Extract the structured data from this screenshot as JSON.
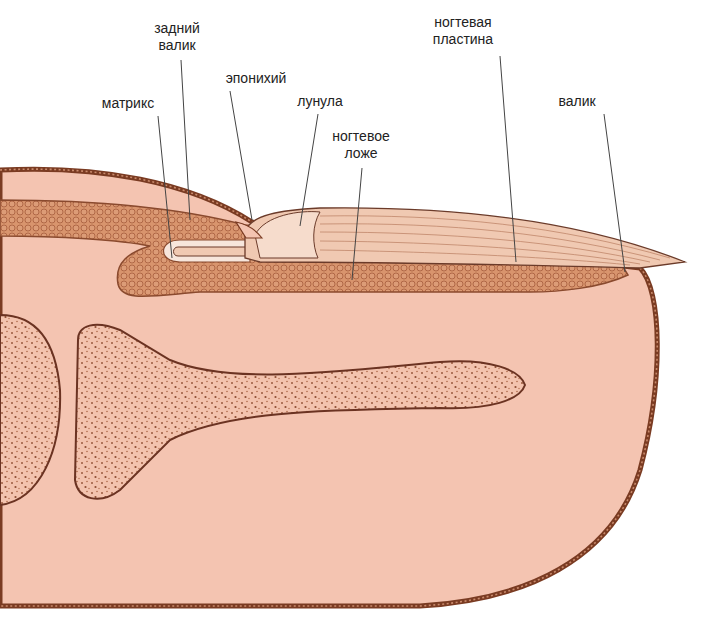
{
  "diagram": {
    "labels": [
      "задний валик",
      "матрикс",
      "эпонихий",
      "лунула",
      "ногтевое ложе",
      "ногтевая пластина",
      "валик"
    ]
  }
}
